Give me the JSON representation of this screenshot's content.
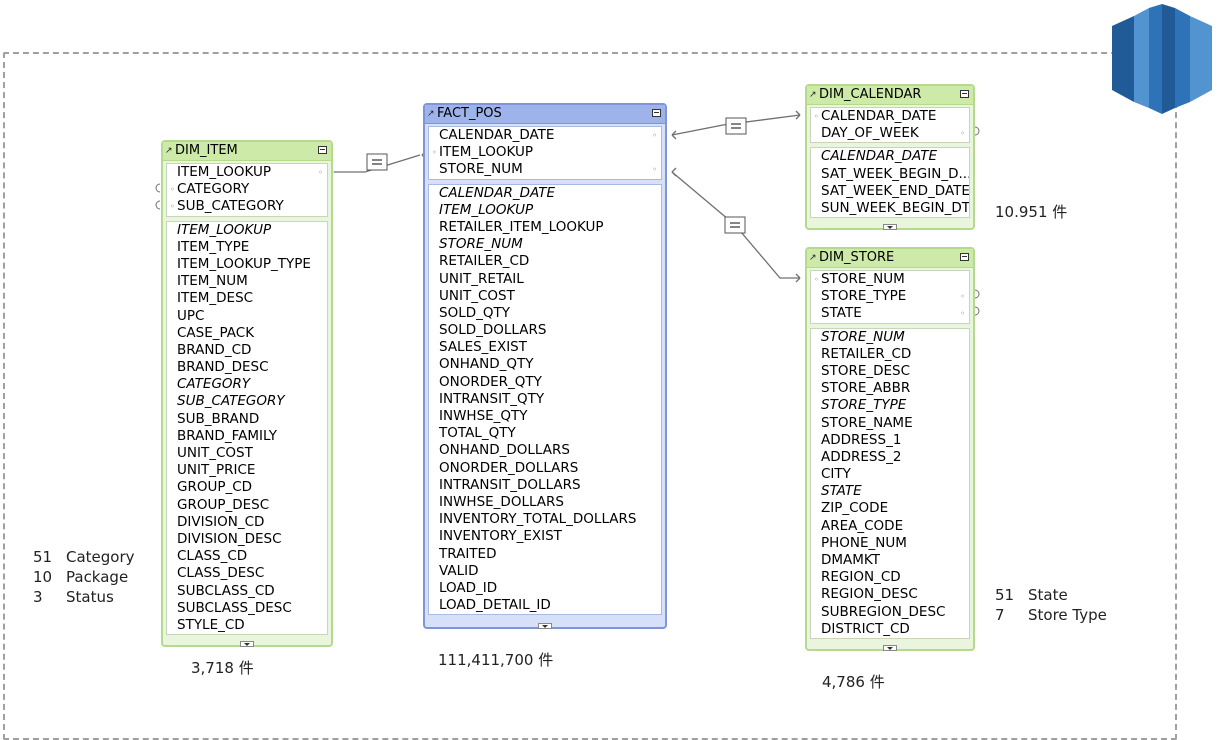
{
  "colors": {
    "dim_border": "#b5d98d",
    "dim_header": "#cdeaa9",
    "fact_border": "#7e96d8",
    "fact_header": "#9db3ea",
    "aws_blue": "#2e73b8"
  },
  "logo": {
    "icon": "aws-redshift-logo-icon"
  },
  "tables": {
    "dim_item": {
      "name": "DIM_ITEM",
      "keys": [
        "ITEM_LOOKUP",
        "CATEGORY",
        "SUB_CATEGORY"
      ],
      "attrs": [
        "ITEM_LOOKUP",
        "ITEM_TYPE",
        "ITEM_LOOKUP_TYPE",
        "ITEM_NUM",
        "ITEM_DESC",
        "UPC",
        "CASE_PACK",
        "BRAND_CD",
        "BRAND_DESC",
        "CATEGORY",
        "SUB_CATEGORY",
        "SUB_BRAND",
        "BRAND_FAMILY",
        "UNIT_COST",
        "UNIT_PRICE",
        "GROUP_CD",
        "GROUP_DESC",
        "DIVISION_CD",
        "DIVISION_DESC",
        "CLASS_CD",
        "CLASS_DESC",
        "SUBCLASS_CD",
        "SUBCLASS_DESC",
        "STYLE_CD"
      ],
      "italic": [
        "ITEM_LOOKUP",
        "CATEGORY",
        "SUB_CATEGORY"
      ],
      "count": "3,718 件"
    },
    "fact_pos": {
      "name": "FACT_POS",
      "keys": [
        "CALENDAR_DATE",
        "ITEM_LOOKUP",
        "STORE_NUM"
      ],
      "attrs": [
        "CALENDAR_DATE",
        "ITEM_LOOKUP",
        "RETAILER_ITEM_LOOKUP",
        "STORE_NUM",
        "RETAILER_CD",
        "UNIT_RETAIL",
        "UNIT_COST",
        "SOLD_QTY",
        "SOLD_DOLLARS",
        "SALES_EXIST",
        "ONHAND_QTY",
        "ONORDER_QTY",
        "INTRANSIT_QTY",
        "INWHSE_QTY",
        "TOTAL_QTY",
        "ONHAND_DOLLARS",
        "ONORDER_DOLLARS",
        "INTRANSIT_DOLLARS",
        "INWHSE_DOLLARS",
        "INVENTORY_TOTAL_DOLLARS",
        "INVENTORY_EXIST",
        "TRAITED",
        "VALID",
        "LOAD_ID",
        "LOAD_DETAIL_ID"
      ],
      "italic": [
        "CALENDAR_DATE",
        "ITEM_LOOKUP",
        "STORE_NUM"
      ],
      "count": "111,411,700 件"
    },
    "dim_calendar": {
      "name": "DIM_CALENDAR",
      "keys": [
        "CALENDAR_DATE",
        "DAY_OF_WEEK"
      ],
      "attrs": [
        "CALENDAR_DATE",
        "SAT_WEEK_BEGIN_D...",
        "SAT_WEEK_END_DATE",
        "SUN_WEEK_BEGIN_DT"
      ],
      "italic": [
        "CALENDAR_DATE"
      ],
      "count": "10.951 件"
    },
    "dim_store": {
      "name": "DIM_STORE",
      "keys": [
        "STORE_NUM",
        "STORE_TYPE",
        "STATE"
      ],
      "attrs": [
        "STORE_NUM",
        "RETAILER_CD",
        "STORE_DESC",
        "STORE_ABBR",
        "STORE_TYPE",
        "STORE_NAME",
        "ADDRESS_1",
        "ADDRESS_2",
        "CITY",
        "STATE",
        "ZIP_CODE",
        "AREA_CODE",
        "PHONE_NUM",
        "DMAMKT",
        "REGION_CD",
        "REGION_DESC",
        "SUBREGION_DESC",
        "DISTRICT_CD"
      ],
      "italic": [
        "STORE_NUM",
        "STORE_TYPE",
        "STATE"
      ],
      "count": "4,786 件"
    }
  },
  "notes": {
    "item_notes": [
      {
        "n": "51",
        "label": "Category"
      },
      {
        "n": "10",
        "label": "Package"
      },
      {
        "n": "3",
        "label": "Status"
      }
    ],
    "store_notes": [
      {
        "n": "51",
        "label": "State"
      },
      {
        "n": "7",
        "label": "Store Type"
      }
    ]
  }
}
